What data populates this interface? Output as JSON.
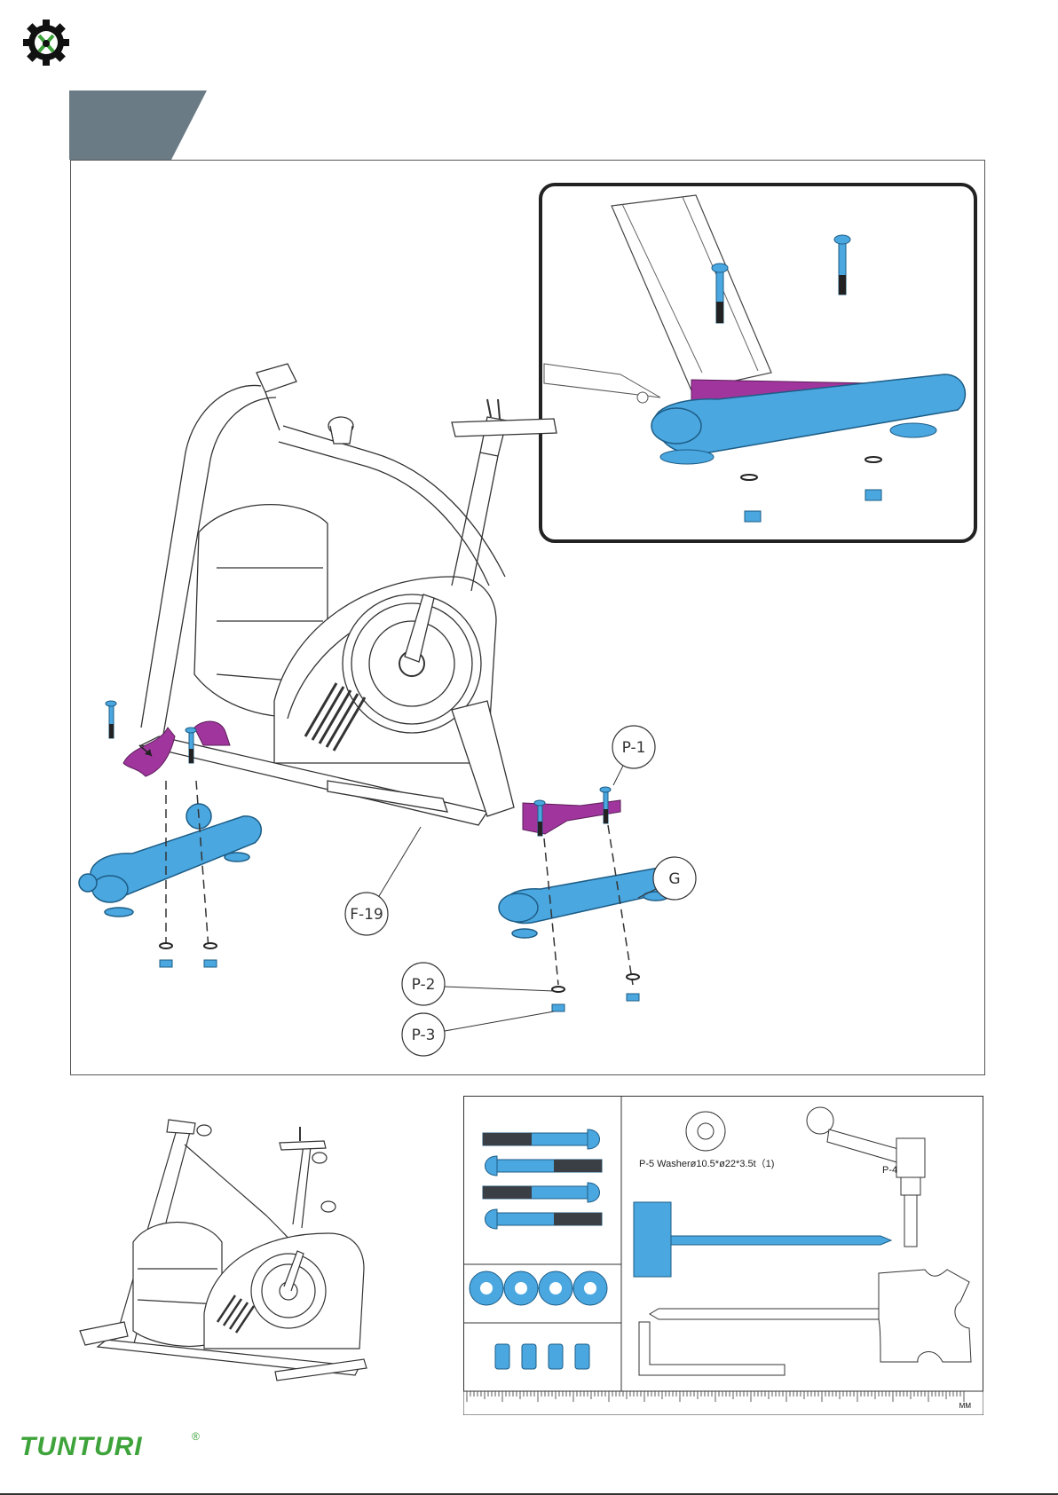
{
  "header": {
    "logo_icon": "gear-wrench-icon",
    "tab_color": "#6b7b85"
  },
  "diagram": {
    "callouts": {
      "p1": "P-1",
      "g": "G",
      "f19": "F-19",
      "p2": "P-2",
      "p3": "P-3"
    },
    "colors": {
      "blue": "#4aa7e0",
      "purple": "#a0369d"
    }
  },
  "parts_list": {
    "washer_label": "P-5 Washerø10.5*ø22*3.5t（1)",
    "p4_label": "P-4",
    "ruler_unit": "MM"
  },
  "footer": {
    "brand": "TUNTURI",
    "brand_mark": "®"
  }
}
